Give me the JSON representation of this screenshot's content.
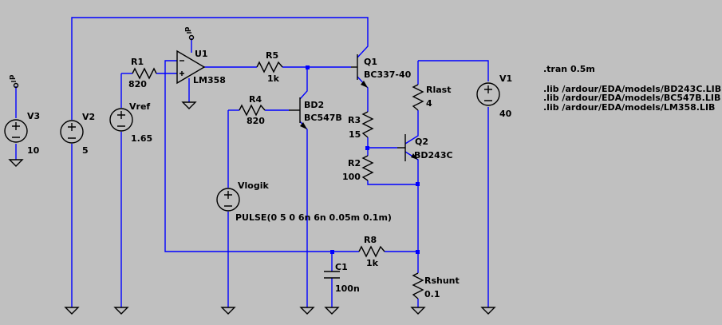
{
  "sources": {
    "v3": {
      "name": "V3",
      "value": "10",
      "pin_label": "p"
    },
    "v2": {
      "name": "V2",
      "value": "5"
    },
    "vref": {
      "name": "Vref",
      "value": "1.65"
    },
    "vlogik": {
      "name": "Vlogik",
      "value": "PULSE(0 5 0 6n 6n 0.05m 0.1m)"
    },
    "v1": {
      "name": "V1",
      "value": "40"
    }
  },
  "components": {
    "u1": {
      "name": "U1",
      "value": "LM358",
      "pin_label": "p"
    },
    "r1": {
      "name": "R1",
      "value": "820"
    },
    "r5": {
      "name": "R5",
      "value": "1k"
    },
    "r4": {
      "name": "R4",
      "value": "820"
    },
    "q1": {
      "name": "Q1",
      "value": "BC337-40"
    },
    "bd2": {
      "name": "BD2",
      "value": "BC547B"
    },
    "r3": {
      "name": "R3",
      "value": "15"
    },
    "r2": {
      "name": "R2",
      "value": "100"
    },
    "q2": {
      "name": "Q2",
      "value": "BD243C"
    },
    "rlast": {
      "name": "Rlast",
      "value": "4"
    },
    "r8": {
      "name": "R8",
      "value": "1k"
    },
    "c1": {
      "name": "C1",
      "value": "100n"
    },
    "rshunt": {
      "name": "Rshunt",
      "value": "0.1"
    }
  },
  "directives": [
    ".tran 0.5m",
    ".lib /ardour/EDA/models/BD243C.LIB",
    ".lib /ardour/EDA/models/BC547B.LIB",
    ".lib /ardour/EDA/models/LM358.LIB"
  ],
  "colors": {
    "background": "#c0c0c0",
    "wire": "#0000ff",
    "symbol": "#000000"
  }
}
